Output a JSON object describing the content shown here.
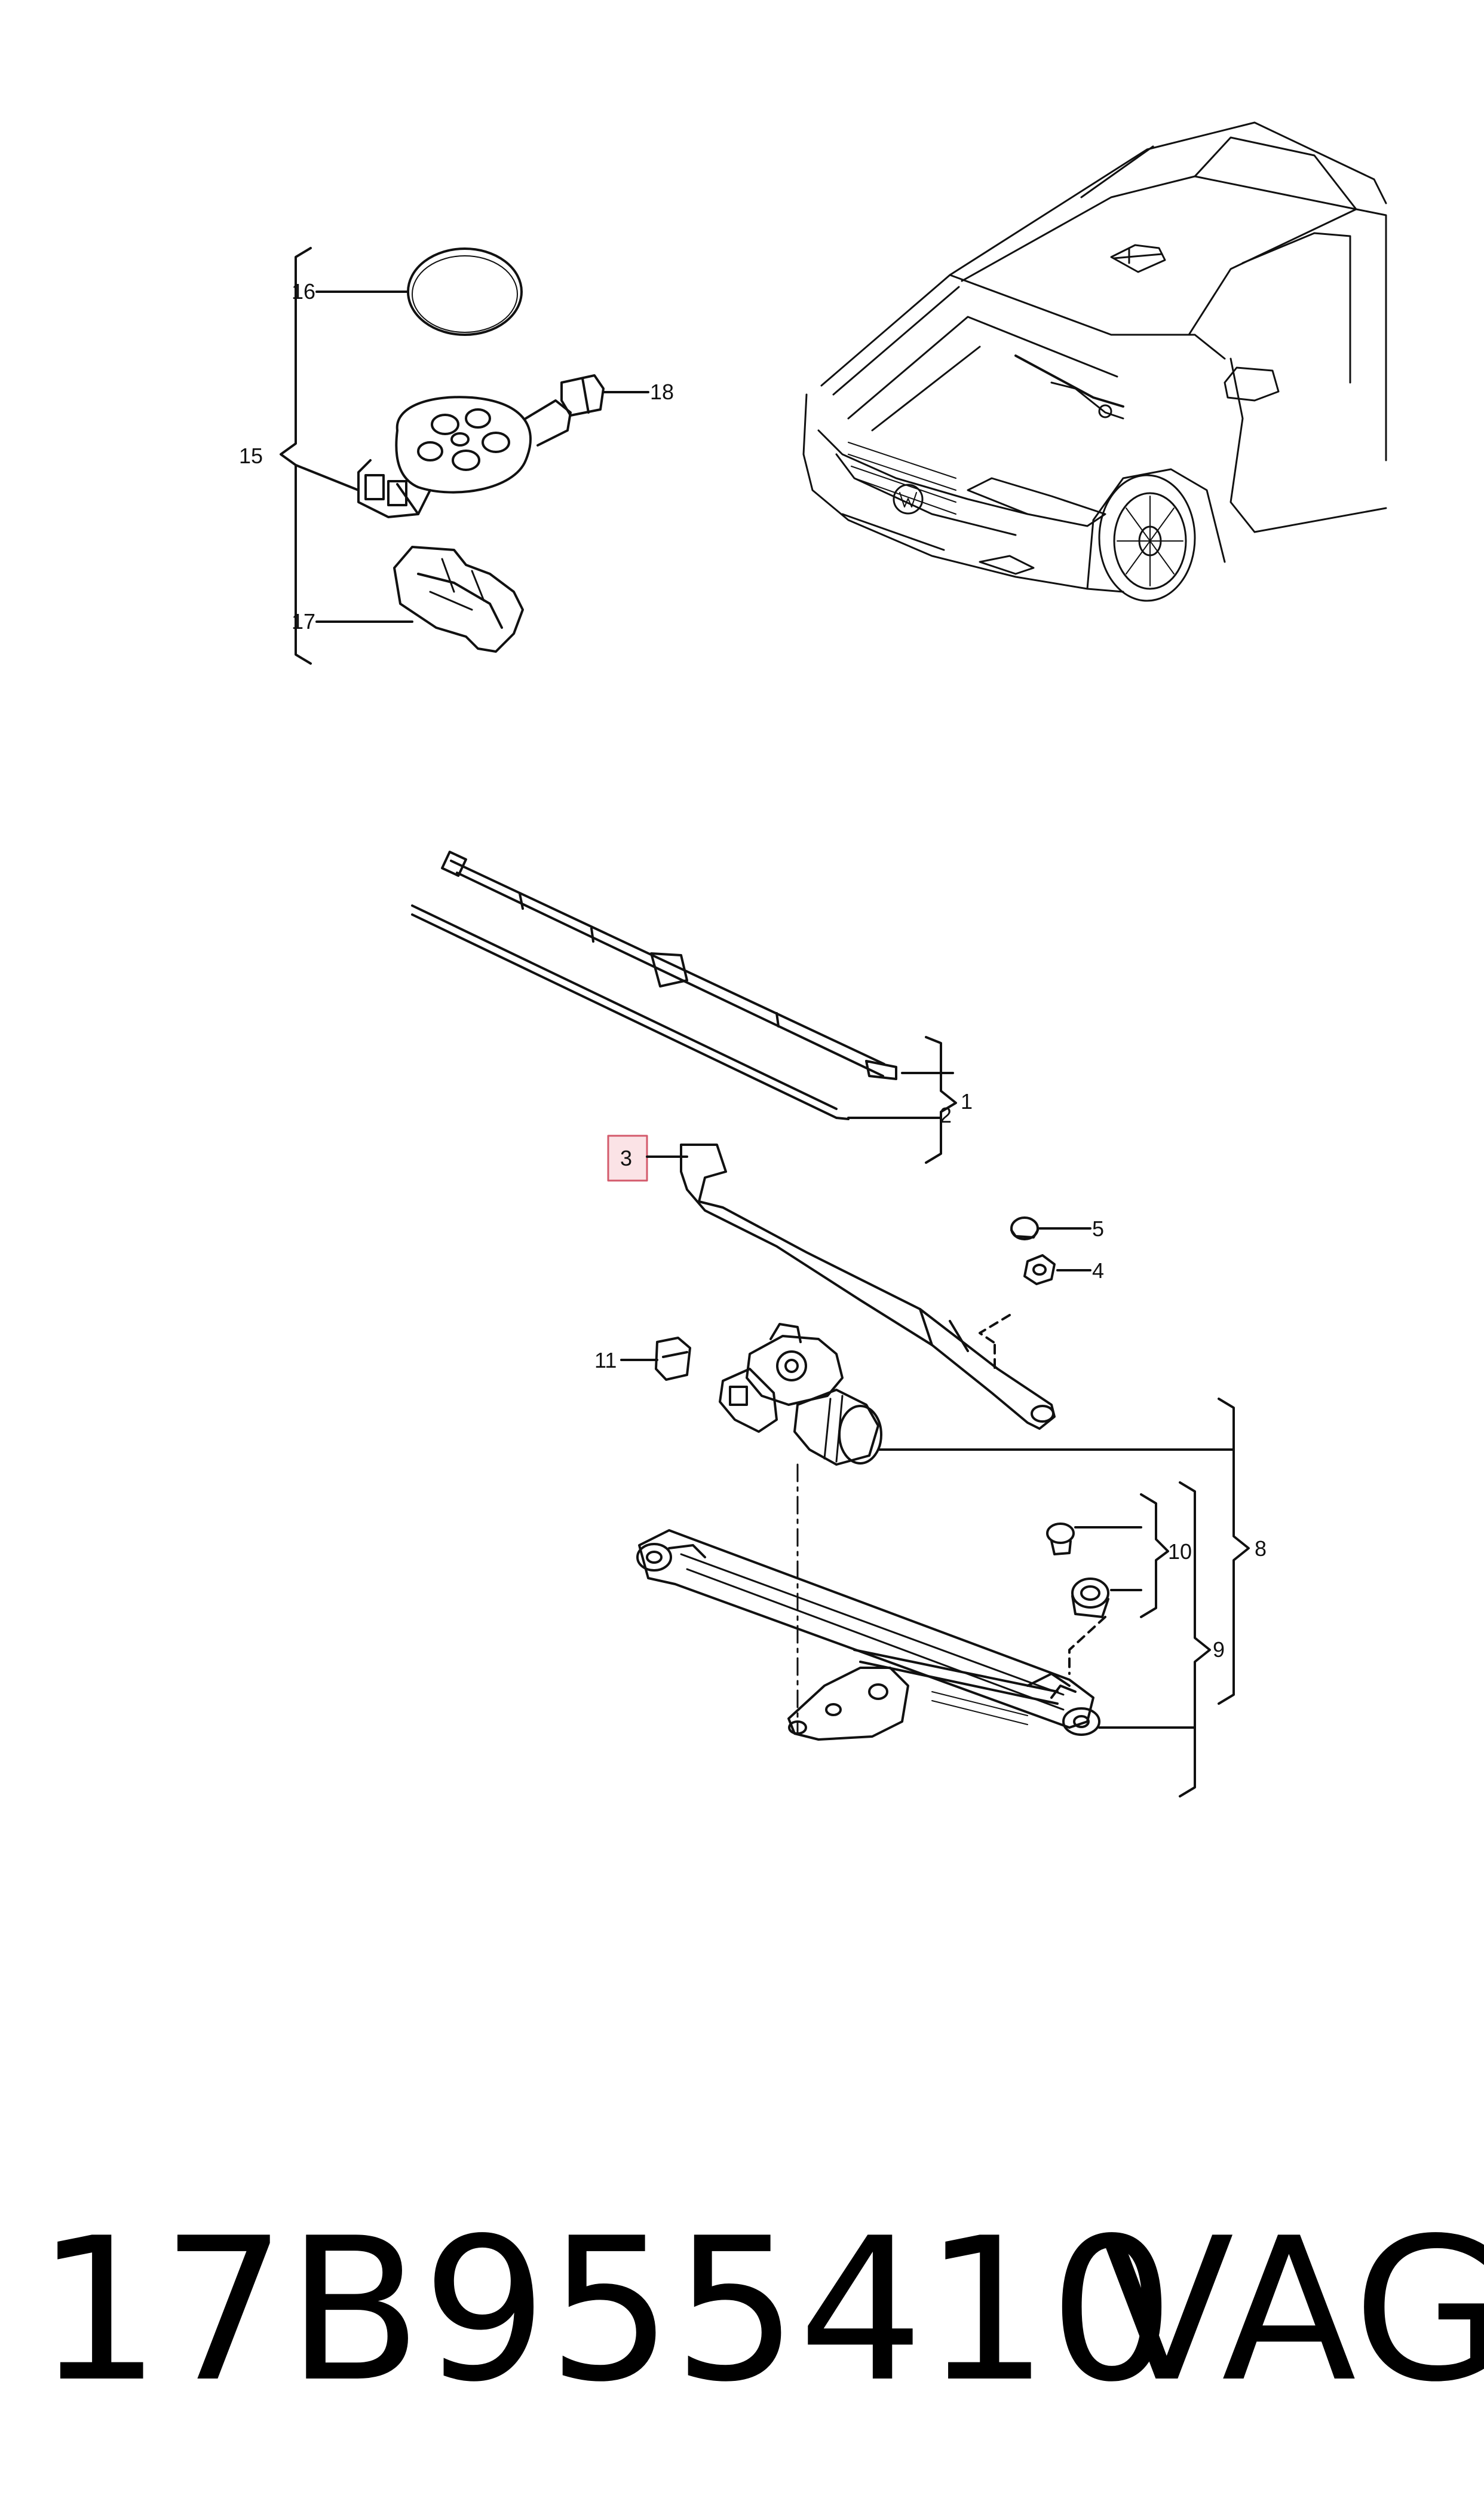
{
  "callouts": {
    "c1": "1",
    "c2": "2",
    "c3": "3",
    "c4": "4",
    "c5": "5",
    "c8": "8",
    "c9": "9",
    "c10": "10",
    "c11": "11",
    "c15": "15",
    "c16": "16",
    "c17": "17",
    "c18": "18"
  },
  "highlighted_callout": "3",
  "footer": {
    "part_number": "17B955410",
    "brand": "VAG"
  },
  "colors": {
    "line": "#111111",
    "highlight_fill": "#fbe3e6",
    "highlight_stroke": "#d35a6b"
  }
}
